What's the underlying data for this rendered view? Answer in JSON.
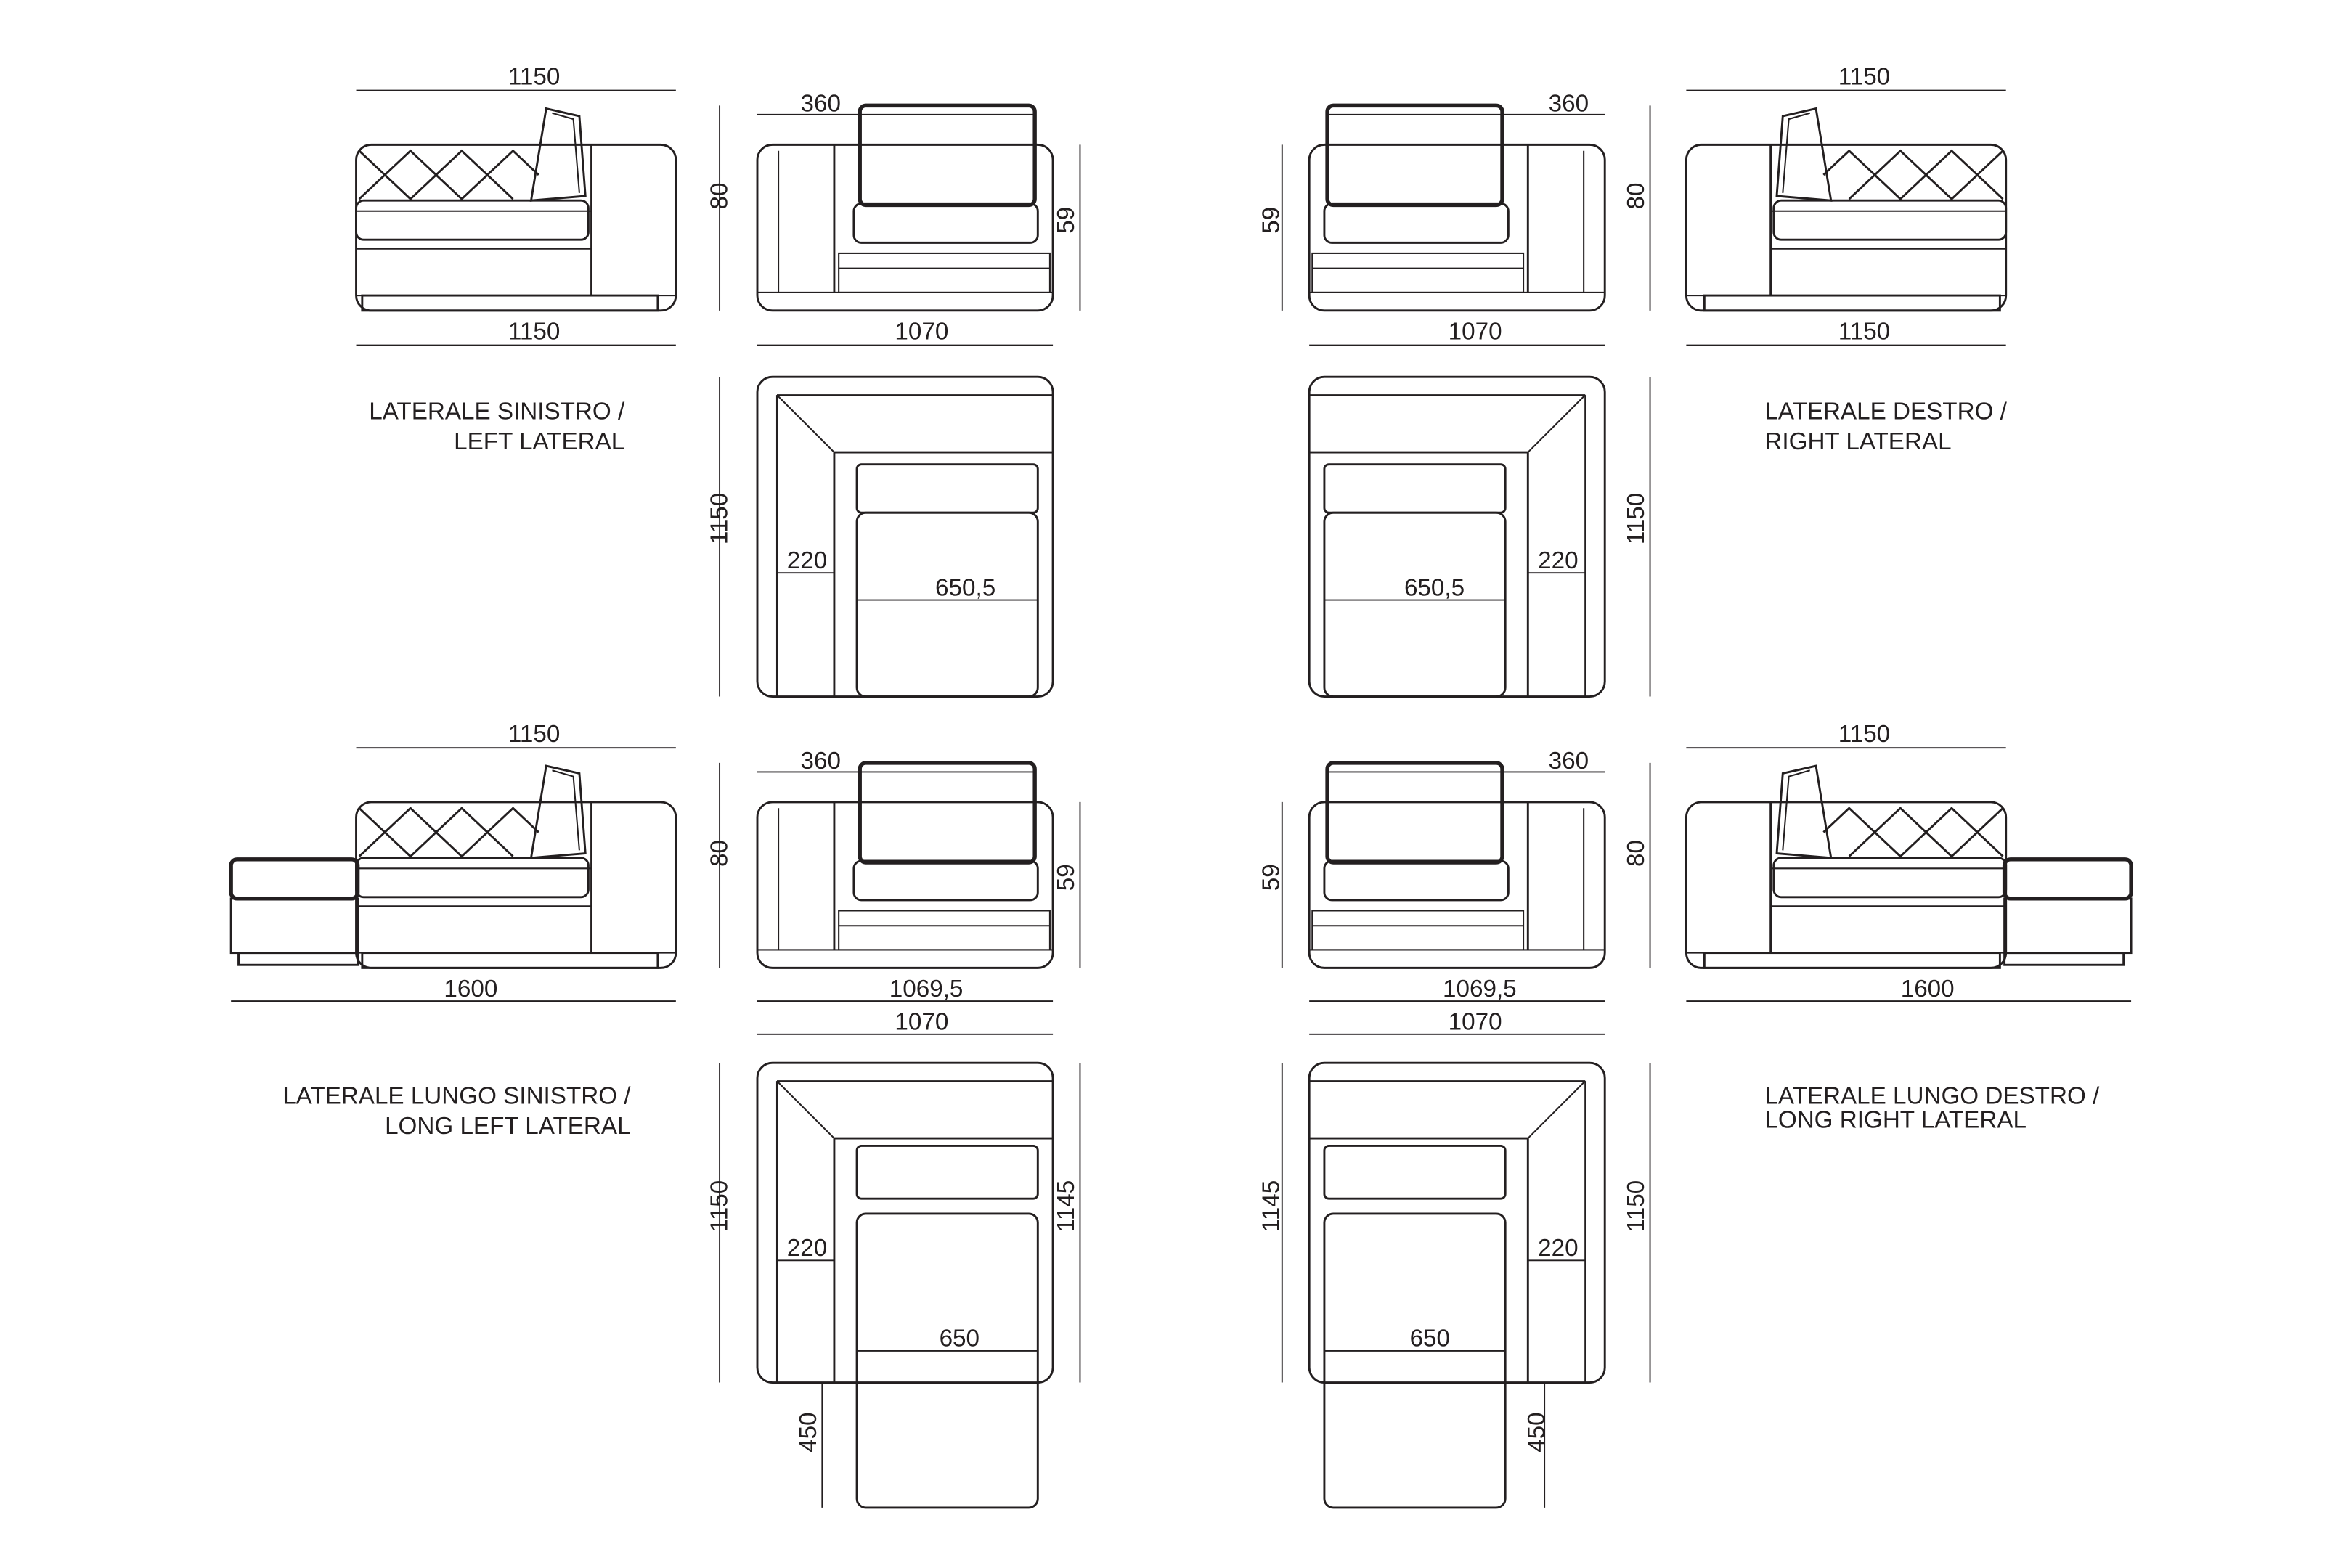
{
  "modules": {
    "left_lateral": {
      "name_it": "LATERALE SINISTRO /",
      "name_en": "LEFT LATERAL",
      "side_top_width": "1150",
      "side_bottom_width": "1150",
      "side_height": "80",
      "front_arm_width": "360",
      "front_seat_height": "59",
      "front_width": "1070",
      "plan_depth": "1150",
      "plan_arm_width": "220",
      "plan_seat_width": "650,5"
    },
    "right_lateral": {
      "name_it": "LATERALE DESTRO /",
      "name_en": "RIGHT LATERAL",
      "side_top_width": "1150",
      "side_bottom_width": "1150",
      "side_height": "80",
      "front_arm_width": "360",
      "front_seat_height": "59",
      "front_width": "1070",
      "plan_depth": "1150",
      "plan_arm_width": "220",
      "plan_seat_width": "650,5"
    },
    "long_left_lateral": {
      "name_it": "LATERALE LUNGO SINISTRO /",
      "name_en": "LONG LEFT LATERAL",
      "side_top_width": "1150",
      "side_bottom_width": "1600",
      "side_height": "80",
      "front_arm_width": "360",
      "front_seat_height": "59",
      "front_width": "1069,5",
      "plan_width": "1070",
      "plan_depth": "1150",
      "plan_seat_depth": "1145",
      "plan_arm_width": "220",
      "plan_seat_width": "650",
      "plan_extension": "450"
    },
    "long_right_lateral": {
      "name_it": "LATERALE LUNGO DESTRO /",
      "name_en": "LONG RIGHT LATERAL",
      "side_top_width": "1150",
      "side_bottom_width": "1600",
      "side_height": "80",
      "front_arm_width": "360",
      "front_seat_height": "59",
      "front_width": "1069,5",
      "plan_width": "1070",
      "plan_depth": "1150",
      "plan_seat_depth": "1145",
      "plan_arm_width": "220",
      "plan_seat_width": "650",
      "plan_extension": "450"
    }
  }
}
